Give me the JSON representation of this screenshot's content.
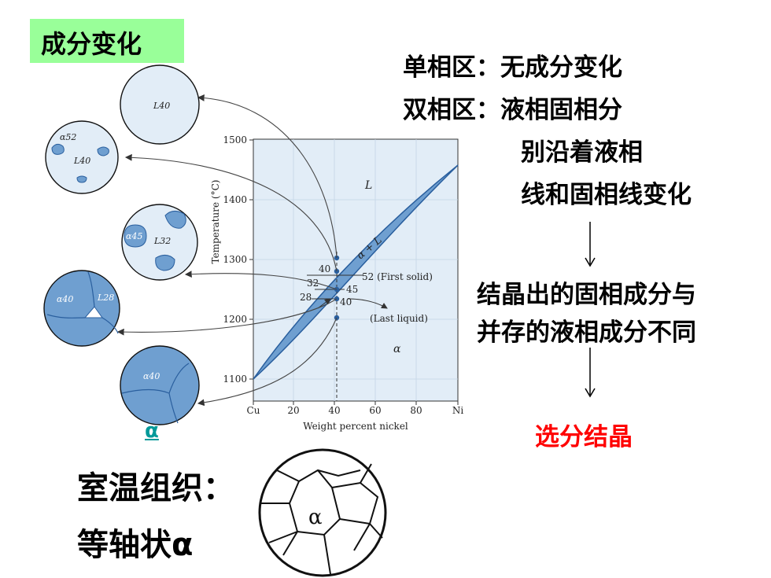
{
  "slide": {
    "tag_title": "成分变化",
    "right_lines": [
      "单相区：无成分变化",
      "双相区：液相固相分",
      "别沿着液相",
      "线和固相线变化"
    ],
    "result_line1": "结晶出的固相成分与",
    "result_line2": "并存的液相成分不同",
    "conclusion": "选分结晶",
    "alpha_link": "α",
    "room_temp_label": "室温组织：",
    "equiaxed_label": "等轴状α",
    "grain_label": "α"
  },
  "diagram": {
    "x_axis_title": "Weight percent nickel",
    "y_axis_title": "Temperature (°C)",
    "x_ticks": [
      "Cu",
      "20",
      "40",
      "60",
      "80",
      "Ni"
    ],
    "y_ticks": [
      "1500",
      "1400",
      "1300",
      "1200",
      "1100"
    ],
    "region_L": "L",
    "region_two_phase": "α + L",
    "region_alpha": "α",
    "label_first_solid": "52 (First solid)",
    "label_last_liquid": "(Last liquid)",
    "tie_values": [
      "40",
      "32",
      "28",
      "45",
      "40"
    ],
    "micro_labels": {
      "c1": "L40",
      "c2_a": "α52",
      "c2_l": "L40",
      "c3_a": "α45",
      "c3_l": "L32",
      "c4_a": "α40",
      "c4_l": "L28",
      "c5": "α40"
    },
    "colors": {
      "phase_fill": "#6f9fd0",
      "plot_bg": "#e2edf7",
      "curve": "#2a5f9e"
    }
  }
}
